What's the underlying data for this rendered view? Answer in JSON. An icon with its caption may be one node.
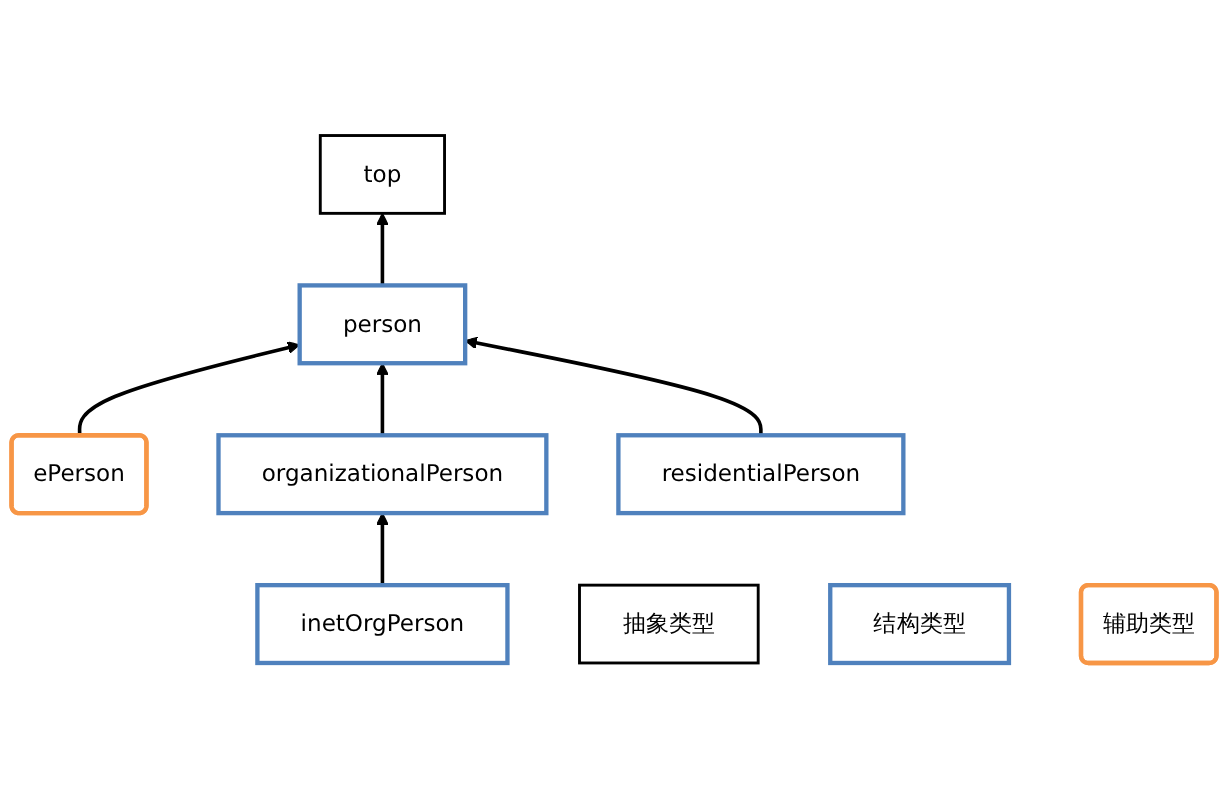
{
  "diagram": {
    "nodes": [
      {
        "text": [
          "top"
        ]
      },
      {
        "text": [
          "person"
        ]
      },
      {
        "text": [
          "ePerson"
        ]
      },
      {
        "text": [
          "organizationalPerson"
        ]
      },
      {
        "text": [
          "residentialPerson"
        ]
      },
      {
        "text": [
          "inetOrgPerson"
        ]
      },
      {
        "text": [
          "抽象类型"
        ]
      },
      {
        "text": [
          "结构类型"
        ]
      },
      {
        "text": [
          "辅助类型"
        ]
      }
    ],
    "edges": [
      {
        "from": 1,
        "to": 0,
        "arrow": "to"
      },
      {
        "from": 2,
        "to": 1,
        "arrow": "to"
      },
      {
        "from": 3,
        "to": 1,
        "arrow": "to"
      },
      {
        "from": 4,
        "to": 1,
        "arrow": "to"
      },
      {
        "from": 5,
        "to": 3,
        "arrow": "to"
      }
    ]
  }
}
